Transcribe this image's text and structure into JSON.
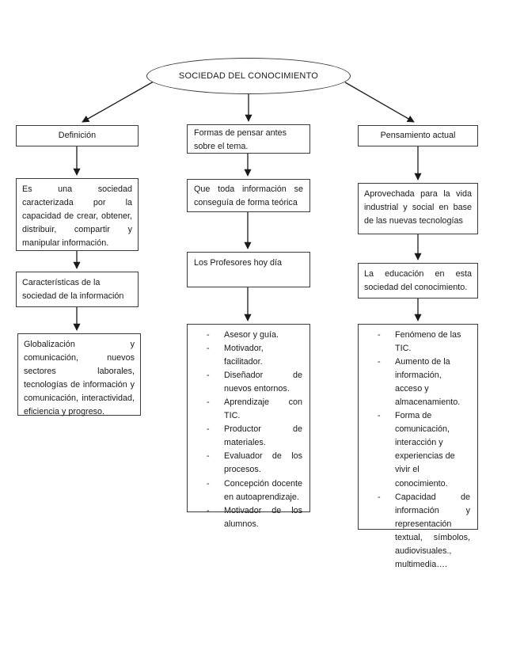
{
  "diagram": {
    "title": "SOCIEDAD DEL CONOCIMIENTO",
    "left": {
      "header": "Definición",
      "definition": "Es una sociedad caracterizada por la capacidad de crear, obtener, distribuir, compartir y manipular información.",
      "characteristics_title": "Características de la sociedad de la información",
      "characteristics": "Globalización y comunicación, nuevos sectores laborales, tecnologías de información y comunicación, interactividad, eficiencia y progreso."
    },
    "middle": {
      "header": "Formas de pensar antes sobre el tema.",
      "old_thinking": "Que toda información se conseguía de forma teórica",
      "teachers_today": "Los Profesores hoy día",
      "list": [
        "Asesor y guía.",
        "Motivador, facilitador.",
        "Diseñador de nuevos entornos.",
        "Aprendizaje con TIC.",
        "Productor de materiales.",
        "Evaluador de los procesos.",
        "Concepción docente en autoaprendizaje.",
        "Motivador de los alumnos."
      ]
    },
    "right": {
      "header": "Pensamiento actual",
      "current_thinking": "Aprovechada para la vida industrial y social en base de las nuevas tecnologías",
      "education": "La educación en esta sociedad del conocimiento.",
      "list": [
        "Fenómeno de las TIC.",
        "Aumento de la información, acceso y almacenamiento.",
        "Forma de comunicación, interacción y experiencias de vivir el conocimiento.",
        "Capacidad de información y representación textual, símbolos, audiovisuales., multimedia…."
      ]
    },
    "colors": {
      "line": "#1a1a1a",
      "border": "#3c3c3c",
      "background": "#ffffff"
    }
  }
}
